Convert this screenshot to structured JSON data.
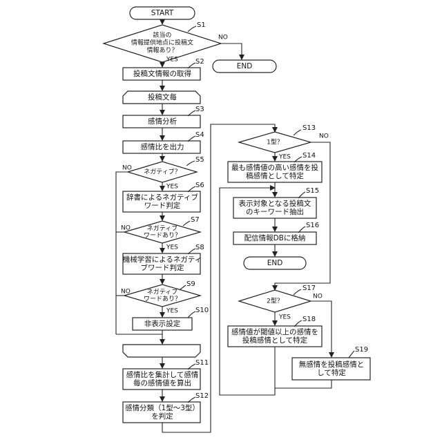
{
  "flowchart": {
    "terminals": {
      "start": "START",
      "end_right": "END",
      "end_mid": "END"
    },
    "steps": {
      "s1": {
        "id": "S1",
        "lines": [
          "該当の",
          "情報提供地点に投稿文",
          "情報あり？"
        ]
      },
      "s2": {
        "id": "S2",
        "lines": [
          "投稿文情報の取得"
        ]
      },
      "loop_start": {
        "lines": [
          "投稿文毎"
        ]
      },
      "s3": {
        "id": "S3",
        "lines": [
          "感情分析"
        ]
      },
      "s4": {
        "id": "S4",
        "lines": [
          "感情比を出力"
        ]
      },
      "s5": {
        "id": "S5",
        "lines": [
          "ネガティブ？"
        ]
      },
      "s6": {
        "id": "S6",
        "lines": [
          "辞書によるネガティブ",
          "ワード判定"
        ]
      },
      "s7": {
        "id": "S7",
        "lines": [
          "ネガティブ",
          "ワードあり？"
        ]
      },
      "s8": {
        "id": "S8",
        "lines": [
          "機械学習によるネガティ",
          "ブワード判定"
        ]
      },
      "s9": {
        "id": "S9",
        "lines": [
          "ネガティブ",
          "ワードあり？"
        ]
      },
      "s10": {
        "id": "S10",
        "lines": [
          "非表示設定"
        ]
      },
      "s11": {
        "id": "S11",
        "lines": [
          "感情比を集計して感情",
          "毎の感情値を算出"
        ]
      },
      "s12": {
        "id": "S12",
        "lines": [
          "感情分類（1型～3型）",
          "を判定"
        ]
      },
      "s13": {
        "id": "S13",
        "lines": [
          "1型？"
        ]
      },
      "s14": {
        "id": "S14",
        "lines": [
          "最も感情値の高い感情を投",
          "稿感情として特定"
        ]
      },
      "s15": {
        "id": "S15",
        "lines": [
          "表示対象となる投稿文",
          "のキーワード抽出"
        ]
      },
      "s16": {
        "id": "S16",
        "lines": [
          "配信情報DBに格納"
        ]
      },
      "s17": {
        "id": "S17",
        "lines": [
          "2型？"
        ]
      },
      "s18": {
        "id": "S18",
        "lines": [
          "感情値が閾値以上の感情を",
          "投稿感情として特定"
        ]
      },
      "s19": {
        "id": "S19",
        "lines": [
          "無感情を投稿感情と",
          "して特定"
        ]
      }
    },
    "labels": {
      "yes": "YES",
      "no": "NO"
    }
  }
}
